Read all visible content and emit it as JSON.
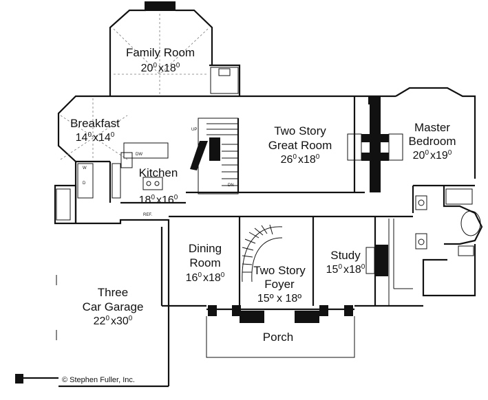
{
  "rooms": {
    "family_room": {
      "name": "Family Room",
      "w": "20",
      "h": "18"
    },
    "breakfast": {
      "name": "Breakfast",
      "w": "14",
      "h": "14"
    },
    "kitchen": {
      "name": "Kitchen",
      "w": "18",
      "h": "16"
    },
    "great_room": {
      "line1": "Two Story",
      "line2": "Great Room",
      "w": "26",
      "h": "18"
    },
    "master_bedroom": {
      "line1": "Master",
      "line2": "Bedroom",
      "w": "20",
      "h": "19"
    },
    "dining_room": {
      "line1": "Dining",
      "line2": "Room",
      "w": "16",
      "h": "18"
    },
    "study": {
      "name": "Study",
      "w": "15",
      "h": "18"
    },
    "foyer": {
      "line1": "Two Story",
      "line2": "Foyer",
      "dims": "15º x 18º"
    },
    "garage": {
      "line1": "Three",
      "line2": "Car Garage",
      "w": "22",
      "h": "30"
    },
    "porch": {
      "name": "Porch"
    }
  },
  "symbols": {
    "dimension_sup": "0",
    "times": "x",
    "up": "UP",
    "dn": "DN",
    "dw": "DW",
    "ref": "REF.",
    "w": "W",
    "d": "D"
  },
  "copyright": "© Stephen Fuller, Inc."
}
